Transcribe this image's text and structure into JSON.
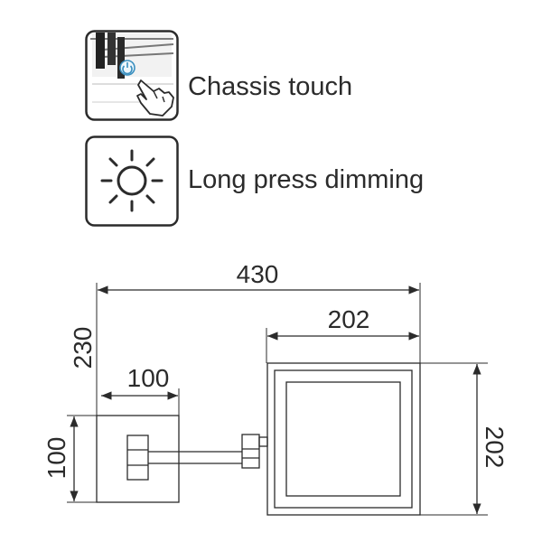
{
  "features": [
    {
      "icon": "hand-touch-icon",
      "label": "Chassis touch"
    },
    {
      "icon": "sun-icon",
      "label": "Long press dimming"
    }
  ],
  "dimensions": {
    "overall_width": "430",
    "overall_height": "230",
    "mirror_width": "202",
    "mirror_height": "202",
    "base_width": "100",
    "base_height": "100"
  },
  "colors": {
    "line": "#2b2b2b",
    "background": "#ffffff"
  }
}
